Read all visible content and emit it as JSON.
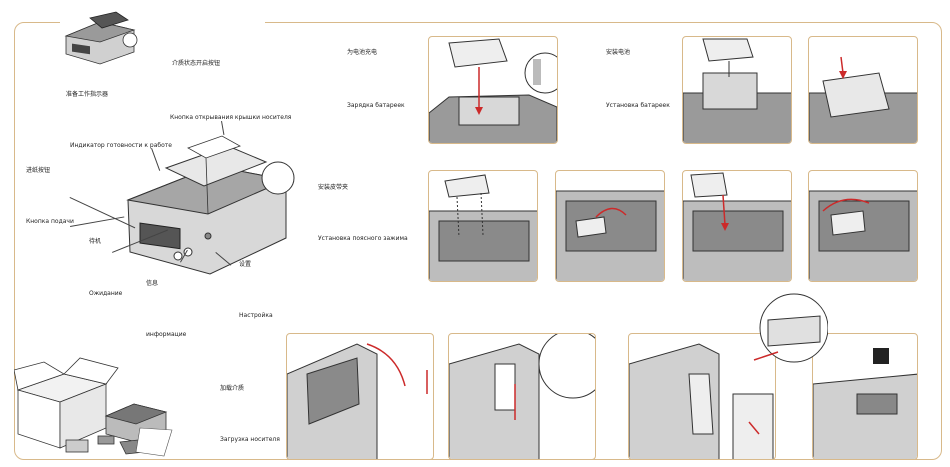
{
  "labels": {
    "feed_status_cn": "介质状态开启按钮",
    "ready_indicator_cn": "准备工作指示器",
    "cover_release_ru": "Кнопка открывания крышки носителя",
    "ready_indicator_ru": "Индикатор готовности к работе",
    "feed_button_cn": "进纸按钮",
    "feed_button_ru": "Кнопка подачи",
    "standby_cn": "待机",
    "standby_ru": "Ожидание",
    "info_cn": "信息",
    "info_ru": "информацие",
    "setup_cn": "设置",
    "setup_ru": "Настройка"
  },
  "sections": {
    "charge_cn": "为电池充电",
    "charge_ru": "Зарядка батареек",
    "install_battery_cn": "安装电池",
    "install_battery_ru": "Установка батареек",
    "belt_clip_cn": "安装皮带夹",
    "belt_clip_ru": "Установка поясного зажима",
    "load_media_cn": "加载介质",
    "load_media_ru": "Загрузка носителя"
  },
  "colors": {
    "frame": "#d8b98a",
    "line": "#333333",
    "fill_light": "#e6e6e6",
    "fill_mid": "#bdbdbd",
    "fill_dark": "#6b6b6b",
    "accent": "#cc2a2a"
  }
}
